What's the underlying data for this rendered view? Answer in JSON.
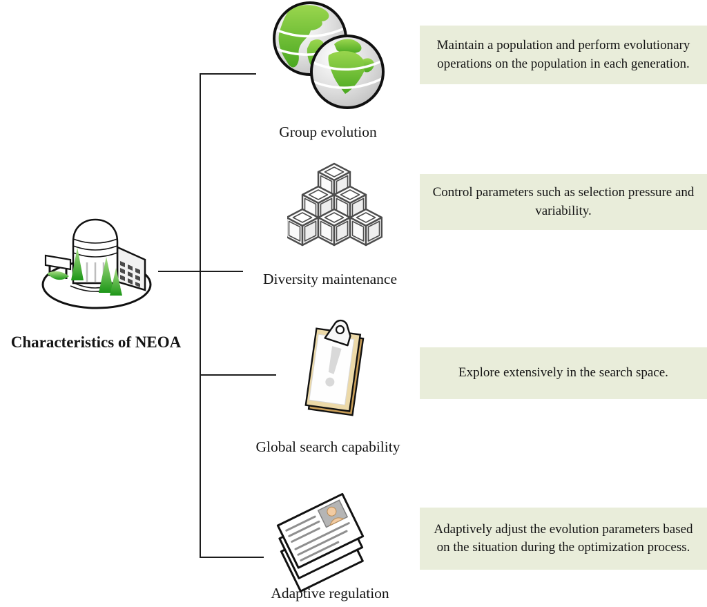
{
  "title": "Characteristics of NEOA",
  "root_icon": "building-icon",
  "branches": [
    {
      "label": "Group evolution",
      "icon": "globes-icon",
      "description": "Maintain a population and perform evolutionary operations on the population in each generation."
    },
    {
      "label": "Diversity maintenance",
      "icon": "cubes-icon",
      "description": "Control parameters such as selection pressure and variability."
    },
    {
      "label": "Global search capability",
      "icon": "clipboard-icon",
      "description": "Explore extensively in the search space."
    },
    {
      "label": "Adaptive regulation",
      "icon": "documents-icon",
      "description": "Adaptively adjust the evolution parameters based on the situation during the optimization process."
    }
  ],
  "colors": {
    "callout_background": "#e9edda",
    "connector_line": "#1c1c1c",
    "text": "#141414",
    "land_green": "#5cb332",
    "tree_green": "#1d9618",
    "clipboard_tan": "#e9c98e"
  }
}
